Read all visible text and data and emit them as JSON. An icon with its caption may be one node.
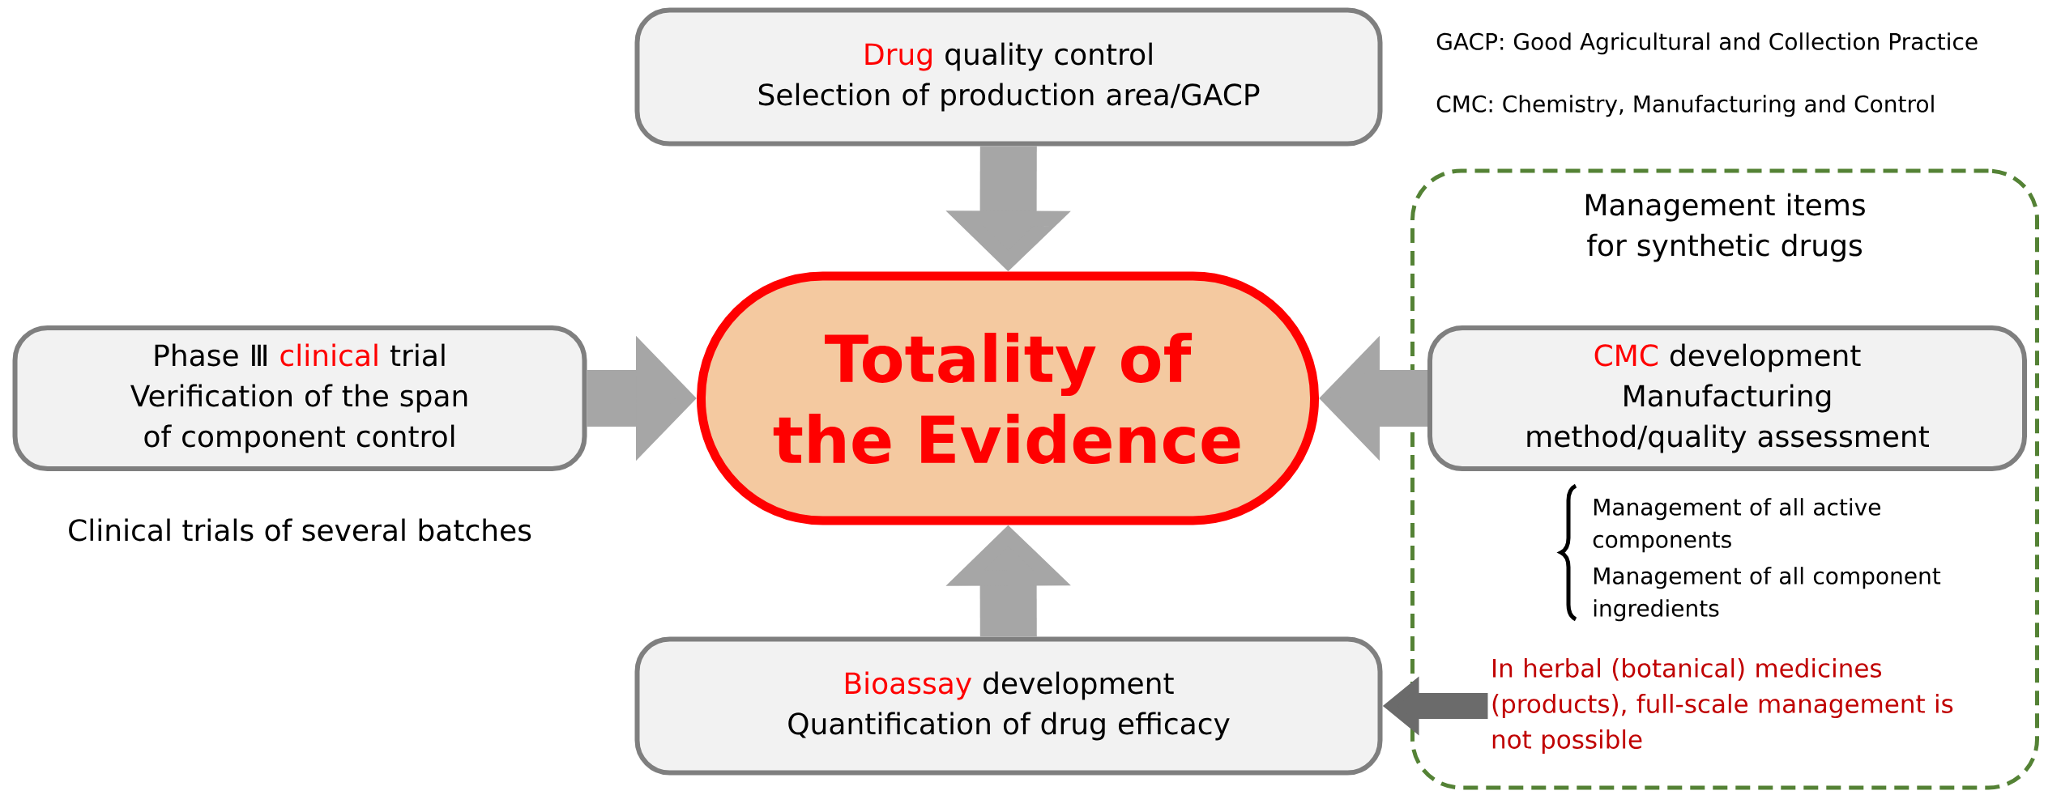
{
  "diagram": {
    "nodes": [
      {
        "text": [
          "Drug",
          "quality control",
          "Selection of production area/GACP"
        ]
      },
      {
        "text": [
          "Totality of the Evidence"
        ]
      },
      {
        "text": [
          "Phase Ⅲ",
          "clinical",
          "trial",
          "Verification of the span of component control"
        ],
        "beside": [
          "Clinical trials of several batches"
        ]
      },
      {
        "text": [
          "Management items for synthetic drugs"
        ]
      },
      {
        "text": [
          "CMC",
          "development",
          "Manufacturing method/quality assessment"
        ],
        "in": 3
      },
      {
        "text": [
          "Bioassay",
          "development",
          "Quantification of drug efficacy"
        ]
      },
      {
        "text": [
          "In herbal (botanical) medicines (products), full-scale management is not possible"
        ],
        "in": 3
      }
    ],
    "edges": [
      {
        "from": 0,
        "to": 1,
        "arrow": "to"
      },
      {
        "from": 2,
        "to": 1,
        "arrow": "to"
      },
      {
        "from": 4,
        "to": 1,
        "arrow": "to"
      },
      {
        "from": 5,
        "to": 1,
        "arrow": "to"
      },
      {
        "from": 6,
        "to": 5,
        "arrow": "to",
        "color": "#6b6b6b"
      }
    ],
    "labels": [
      "GACP:  Good Agricultural and Collection Practice",
      "CMC:  Chemistry, Manufacturing and Control",
      "Management of all active components",
      "Management of all component ingredients"
    ]
  }
}
